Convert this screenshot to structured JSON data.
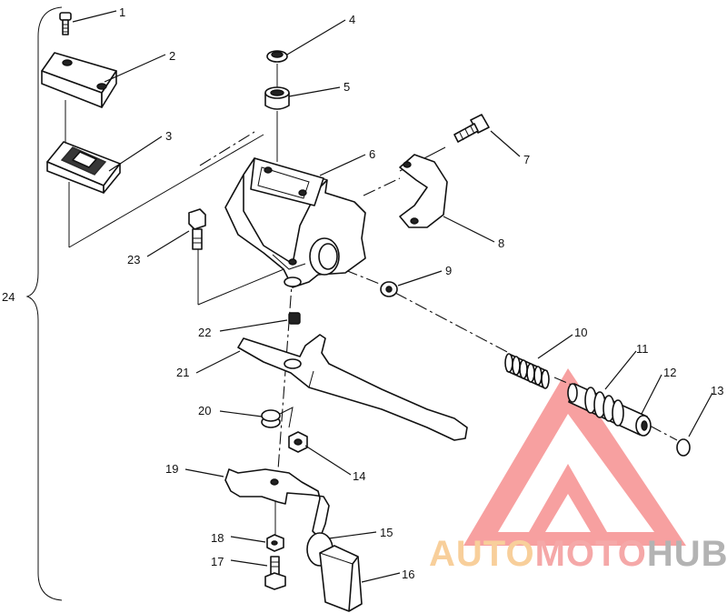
{
  "diagram": {
    "callouts": [
      {
        "id": "1",
        "label": "1"
      },
      {
        "id": "2",
        "label": "2"
      },
      {
        "id": "3",
        "label": "3"
      },
      {
        "id": "4",
        "label": "4"
      },
      {
        "id": "5",
        "label": "5"
      },
      {
        "id": "6",
        "label": "6"
      },
      {
        "id": "7",
        "label": "7"
      },
      {
        "id": "8",
        "label": "8"
      },
      {
        "id": "9",
        "label": "9"
      },
      {
        "id": "10",
        "label": "10"
      },
      {
        "id": "11",
        "label": "11"
      },
      {
        "id": "12",
        "label": "12"
      },
      {
        "id": "13",
        "label": "13"
      },
      {
        "id": "14",
        "label": "14"
      },
      {
        "id": "15",
        "label": "15"
      },
      {
        "id": "16",
        "label": "16"
      },
      {
        "id": "17",
        "label": "17"
      },
      {
        "id": "18",
        "label": "18"
      },
      {
        "id": "19",
        "label": "19"
      },
      {
        "id": "20",
        "label": "20"
      },
      {
        "id": "21",
        "label": "21"
      },
      {
        "id": "22",
        "label": "22"
      },
      {
        "id": "23",
        "label": "23"
      },
      {
        "id": "24",
        "label": "24"
      }
    ]
  },
  "watermark": {
    "logo_icon": "triangle-m-logo-icon",
    "word_auto": "AUTO",
    "word_moto": "MOTO",
    "word_hub": "HUB",
    "color_auto": "#f6c07a",
    "color_moto": "#f28b8b",
    "color_hub": "#9a9a9a",
    "color_logo": "#f26a6a"
  }
}
